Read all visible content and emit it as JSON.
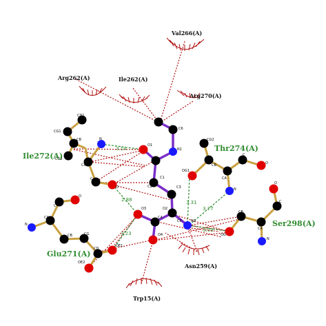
{
  "hydrophobic_residues": [
    "Val266(A)",
    "Arg262(A)",
    "Ile262(A)",
    "Arg270(A)",
    "Asn259(A)",
    "Trp15(A)"
  ],
  "hbond_residues": [
    "Ile272(A)",
    "Thr274(A)",
    "Ser298(A)",
    "Glu271(A)"
  ],
  "distances": [
    "3.14",
    "2.88",
    "3.23",
    "3.31",
    "3.77",
    "3.03"
  ],
  "atom_labels": {
    "ligand": [
      "C6",
      "N1",
      "O1",
      "C1",
      "C2",
      "C3",
      "O2",
      "O3",
      "C4",
      "O4",
      "C5",
      "N2"
    ],
    "ile272": [
      "CD1",
      "CG1",
      "CB",
      "CG2",
      "CA",
      "N",
      "C",
      "O"
    ],
    "thr274": [
      "CG2",
      "CB",
      "OG1",
      "CA",
      "N",
      "C",
      "O"
    ],
    "ser298": [
      "OG",
      "CB",
      "CA",
      "N",
      "C",
      "O"
    ],
    "glu271": [
      "C",
      "O",
      "CA",
      "N",
      "CB",
      "CG",
      "CD",
      "OE1",
      "OE2"
    ]
  },
  "colors": {
    "carbon": "#000000",
    "oxygen": "#e00000",
    "nitrogen": "#1a1aff",
    "ligand_bond": "#7a2fc8",
    "residue_bond": "#c8a040",
    "hbond": "#2e8b2e",
    "hydrophobic": "#b01010",
    "label_green": "#2e8b2e"
  }
}
